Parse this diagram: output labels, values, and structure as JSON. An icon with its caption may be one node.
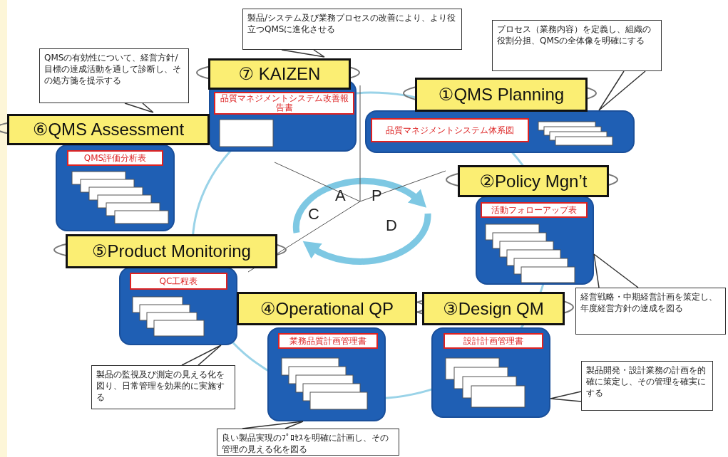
{
  "diagram": {
    "nodes": [
      {
        "text": [
          "製品/システム及び業務プロセスの改善により、より役立つQMSに進化させる"
        ]
      },
      {
        "text": [
          "QMSの有効性について、経営方針/目標の達成活動を通して診断し、その処方箋を提示する"
        ]
      },
      {
        "text": [
          "⑦ KAIZEN",
          "品質マネジメントシステム改善報告書"
        ]
      },
      {
        "text": [
          "プロセス（業務内容）を定義し、組織の役割分担、QMSの全体像を明確にする"
        ]
      },
      {
        "text": [
          "①QMS Planning",
          "品質マネジメントシステム体系図"
        ]
      },
      {
        "text": [
          "⑥QMS Assessment",
          "QMS評価分析表"
        ]
      },
      {
        "text": [
          "②Policy Mgn’t",
          "活動フォローアップ表"
        ]
      },
      {
        "text": [
          "⑤Product Monitoring",
          "QC工程表"
        ]
      },
      {
        "text": [
          "経営戦略・中期経営計画を策定し、年度経営方針の達成を図る"
        ]
      },
      {
        "text": [
          "④Operational QP",
          "業務品質計画管理書"
        ]
      },
      {
        "text": [
          "③Design QM",
          "設計計画管理書"
        ]
      },
      {
        "text": [
          "製品の監視及び測定の見える化を図り、日常管理を効果的に実施する"
        ]
      },
      {
        "text": [
          "製品開発・設計業務の計画を的確に策定し、その管理を確実にする"
        ]
      },
      {
        "text": [
          "良い製品実現のﾌﾟﾛｾｽを明確に計画し、その管理の見える化を図る"
        ]
      }
    ],
    "edges": [
      {
        "from": 0,
        "to": 2,
        "arrow": "none"
      },
      {
        "from": 1,
        "to": 5,
        "arrow": "none"
      },
      {
        "from": 3,
        "to": 4,
        "arrow": "none"
      },
      {
        "from": 8,
        "to": 6,
        "arrow": "none"
      },
      {
        "from": 11,
        "to": 7,
        "arrow": "none"
      },
      {
        "from": 12,
        "to": 10,
        "arrow": "none"
      },
      {
        "from": 13,
        "to": 9,
        "arrow": "none"
      }
    ],
    "labels": [
      "A",
      "P",
      "C",
      "D"
    ]
  }
}
